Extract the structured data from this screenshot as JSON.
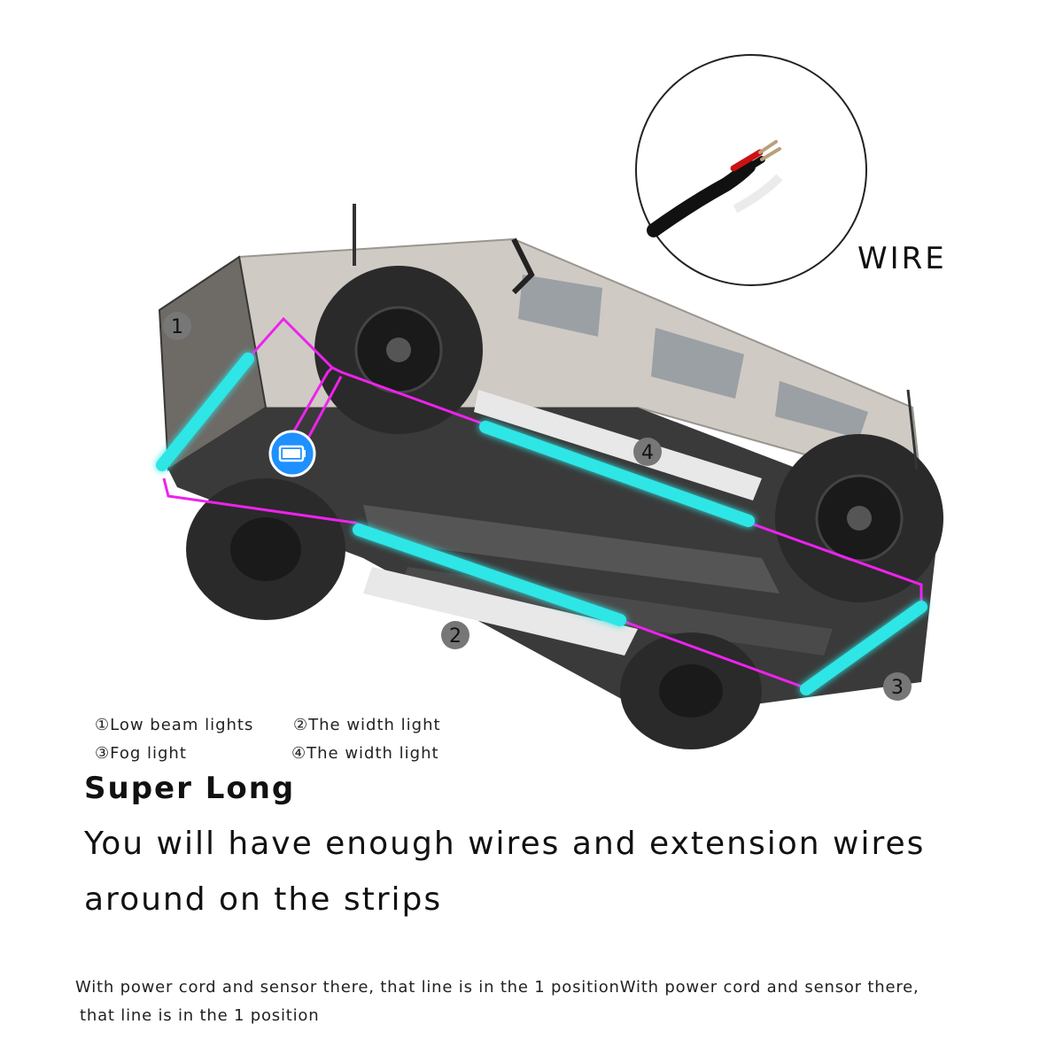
{
  "colors": {
    "strip_glow": "#2ee6e6",
    "wire_line": "#ee22ee",
    "battery_badge": "#1e90ff",
    "number_badge": "#777777",
    "vehicle_body": "#cfcac4",
    "tire": "#2a2a2a"
  },
  "wire_inset": {
    "label": "WIRE"
  },
  "markers": {
    "m1": "1",
    "m2": "2",
    "m3": "3",
    "m4": "4"
  },
  "legend": {
    "item1": "①Low beam lights",
    "item2": "②The width light",
    "item3": "③Fog light",
    "item4": "④The width light"
  },
  "heading": "Super Long",
  "body": {
    "line1": "You will have enough wires and extension wires",
    "line2": "around on the strips"
  },
  "footer": {
    "line1": "With power cord and sensor there, that line is in the 1 positionWith power cord and sensor there,",
    "line2": "that line is in the 1 position"
  },
  "icons": {
    "battery": "battery-icon",
    "vehicle": "vehicle-illustration",
    "wire": "wire-closeup"
  }
}
